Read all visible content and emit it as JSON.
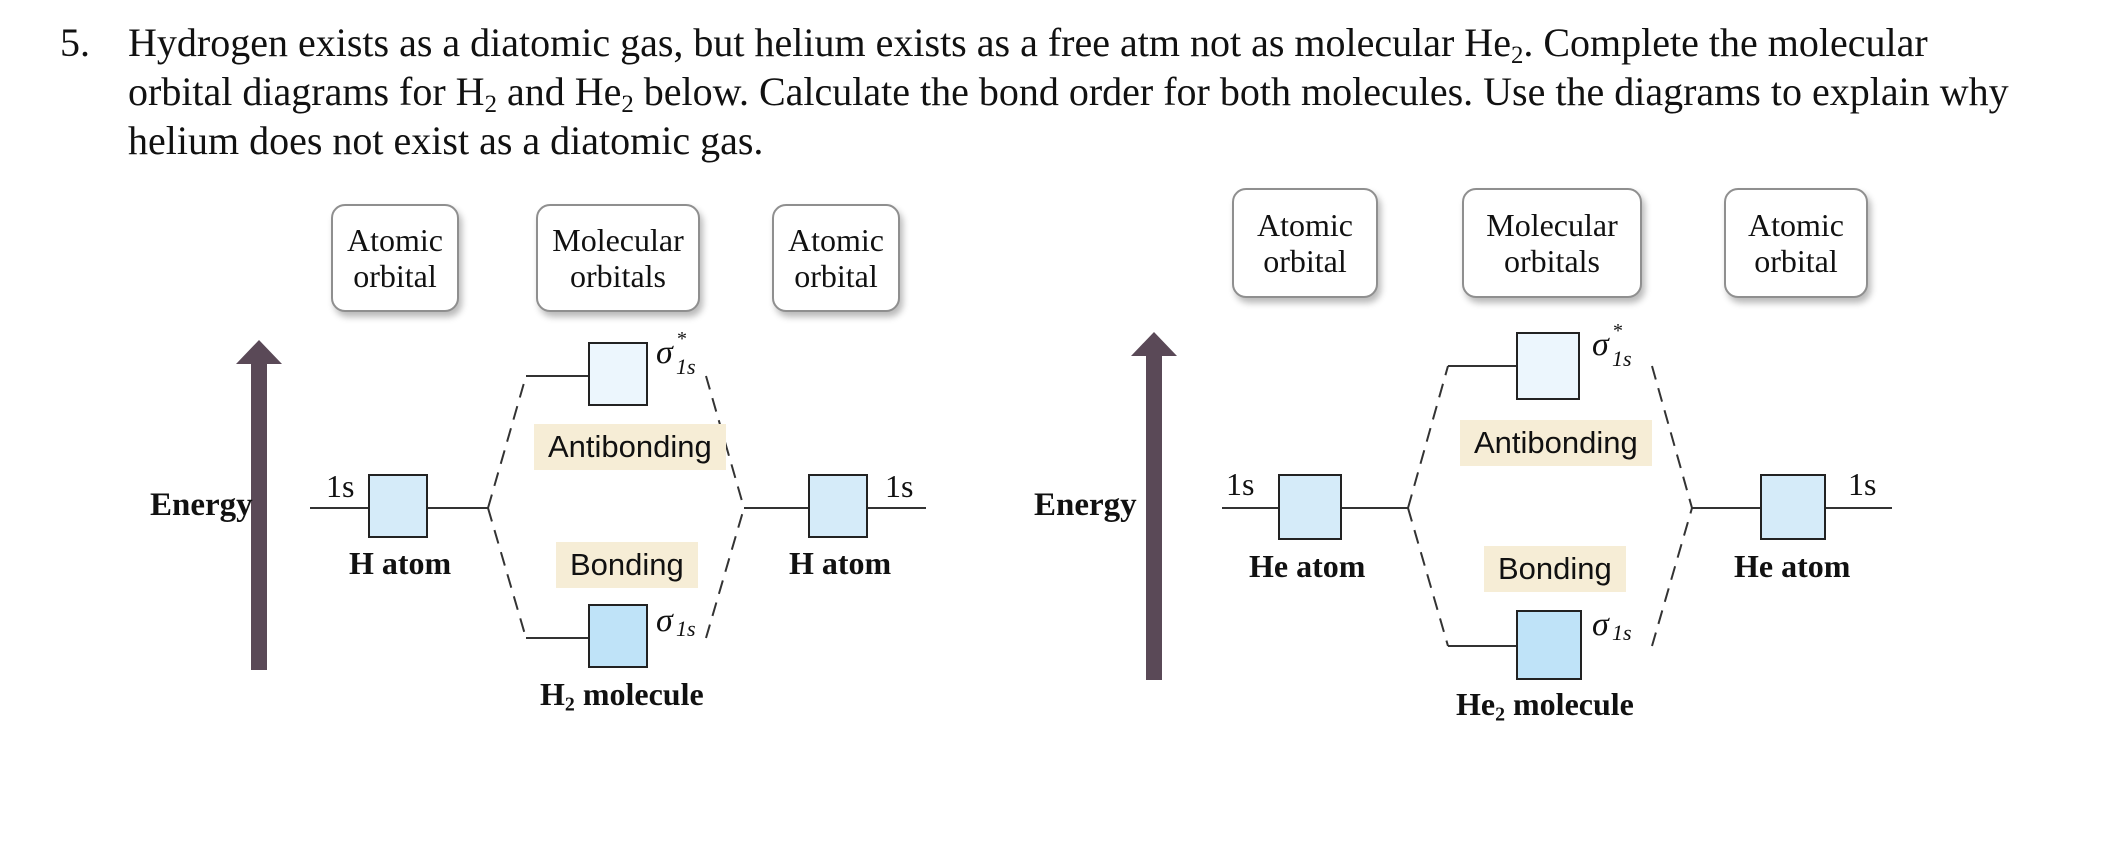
{
  "question": {
    "number": "5.",
    "line1_a": "Hydrogen exists as a diatomic gas, but helium exists as a free atm not as molecular He",
    "line1_b": ". Complete the molecular",
    "line2_a": "orbital diagrams for H",
    "line2_b": " and He",
    "line2_c": " below. Calculate the bond order for both molecules. Use the diagrams to explain why",
    "line3": "helium does not exist as a diatomic gas.",
    "subscript": "2"
  },
  "diagrams": [
    {
      "header_left": [
        "Atomic",
        "orbital"
      ],
      "header_center": [
        "Molecular",
        "orbitals"
      ],
      "header_right": [
        "Atomic",
        "orbital"
      ],
      "energy_label": "Energy",
      "left_orbital": "1s",
      "right_orbital": "1s",
      "left_atom": "H atom",
      "right_atom": "H atom",
      "antibonding_label": "Antibonding",
      "bonding_label": "Bonding",
      "sigma": "σ",
      "sigma_sub": "1s",
      "star": "*",
      "molecule_main": "H",
      "molecule_sub": "2",
      "molecule_rest": " molecule"
    },
    {
      "header_left": [
        "Atomic",
        "orbital"
      ],
      "header_center": [
        "Molecular",
        "orbitals"
      ],
      "header_right": [
        "Atomic",
        "orbital"
      ],
      "energy_label": "Energy",
      "left_orbital": "1s",
      "right_orbital": "1s",
      "left_atom": "He atom",
      "right_atom": "He atom",
      "antibonding_label": "Antibonding",
      "bonding_label": "Bonding",
      "sigma": "σ",
      "sigma_sub": "1s",
      "star": "*",
      "molecule_main": "He",
      "molecule_sub": "2",
      "molecule_rest": " molecule"
    }
  ],
  "colors": {
    "arrow": "#5a4957",
    "tag_background": "#f6edd6",
    "antibonding_box": "#ecf6fd",
    "atomic_box": "#d5ebf9",
    "bonding_box": "#bfe3f8"
  }
}
